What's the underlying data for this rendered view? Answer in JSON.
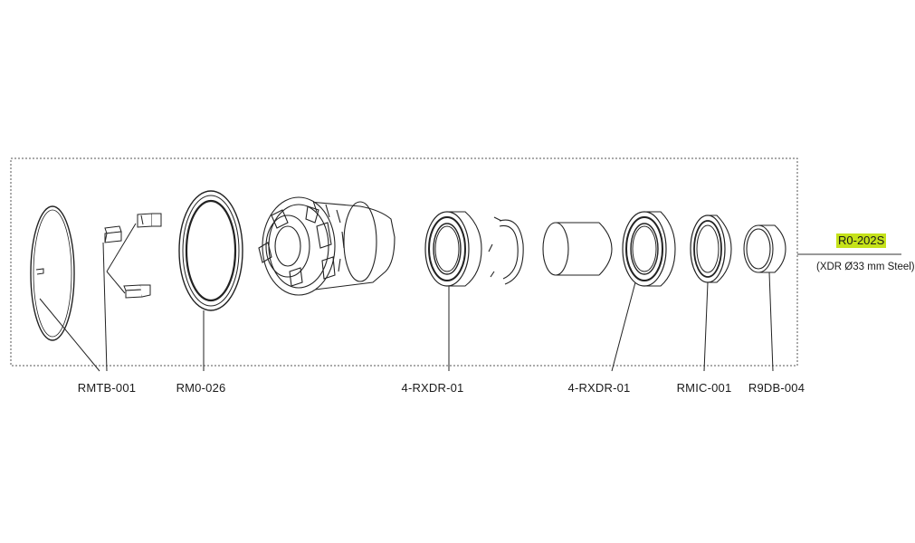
{
  "assembly": {
    "code": "R0-202S",
    "description": "(XDR Ø33 mm Steel)",
    "highlight_color": "#c5e21a"
  },
  "parts": [
    {
      "id": "RMTB-001"
    },
    {
      "id": "RM0-026"
    },
    {
      "id": "4-RXDR-01"
    },
    {
      "id": "4-RXDR-01"
    },
    {
      "id": "RMIC-001"
    },
    {
      "id": "R9DB-004"
    }
  ]
}
